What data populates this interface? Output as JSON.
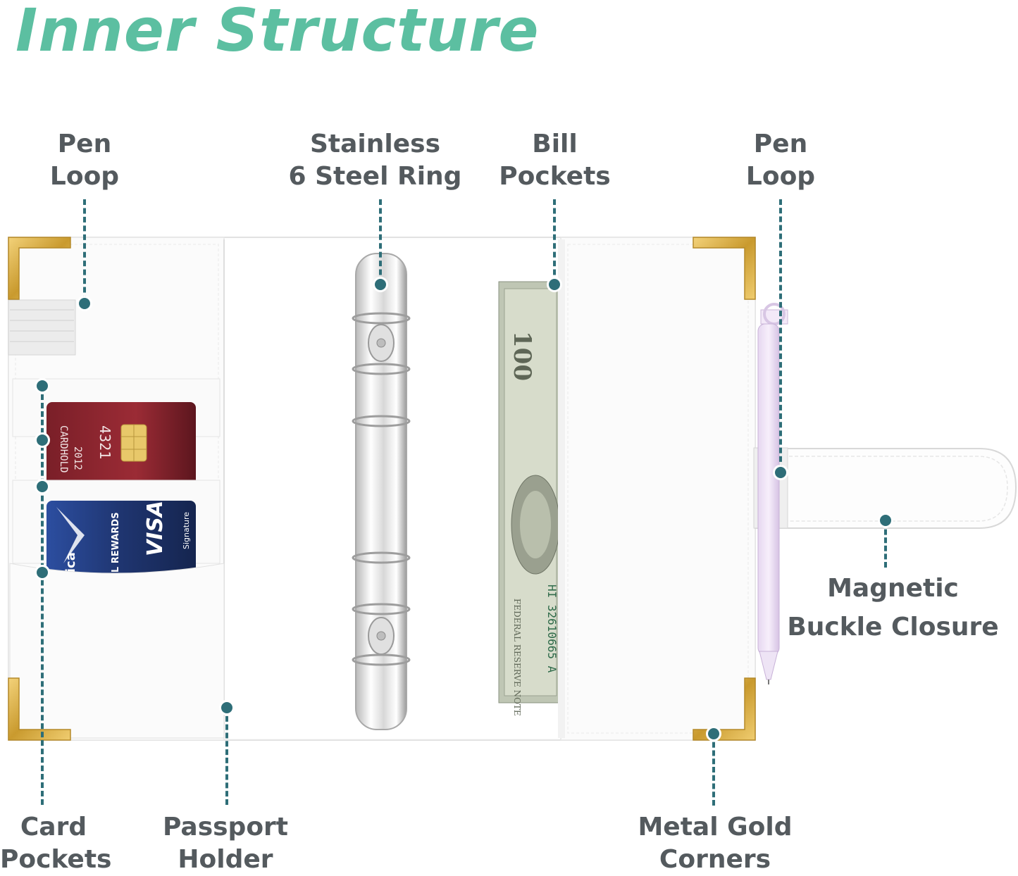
{
  "title": "Inner Structure",
  "labels": {
    "pen_loop_left": [
      "Pen",
      "Loop"
    ],
    "steel_ring": [
      "Stainless",
      "6 Steel Ring"
    ],
    "bill_pockets": [
      "Bill",
      "Pockets"
    ],
    "pen_loop_right": [
      "Pen",
      "Loop"
    ],
    "magnetic_buckle": [
      "Magnetic",
      "Buckle Closure"
    ],
    "card_pockets": [
      "Card",
      "Pockets"
    ],
    "passport_holder": [
      "Passport",
      "Holder"
    ],
    "gold_corners": [
      "Metal Gold",
      "Corners"
    ]
  },
  "card_red": {
    "number": "4321",
    "year": "2012",
    "holder": "CARDHOLD"
  },
  "card_blue": {
    "brand": "VISA",
    "sub": "Signature",
    "rewards": "EL REWARDS",
    "bank": "rica"
  },
  "bill": {
    "serial": "HI 32610665 A",
    "denomination": "100",
    "text": "FEDERAL RESERVE NOTE"
  },
  "colors": {
    "title": "#5cbfa1",
    "label": "#545a5e",
    "callout": "#2e6e78",
    "gold": "#d4a93a"
  }
}
